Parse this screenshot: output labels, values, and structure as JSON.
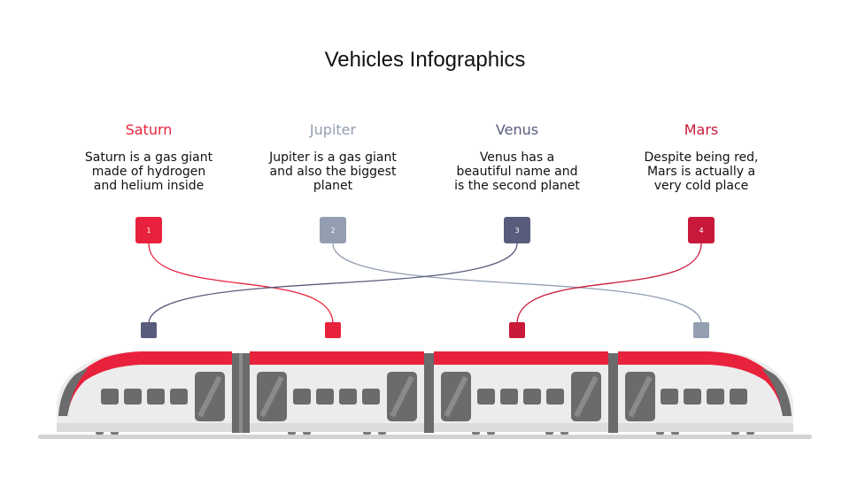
{
  "title": "Vehicles Infographics",
  "colors": {
    "red": "#e8223c",
    "crimson": "#c8193a",
    "slate": "#939fb1",
    "navy": "#5a5c7d"
  },
  "items": [
    {
      "name": "Saturn",
      "desc1": "Saturn is a gas giant",
      "desc2": "made of hydrogen",
      "desc3": "and helium inside",
      "number": "1"
    },
    {
      "name": "Jupiter",
      "desc1": "Jupiter is a gas giant",
      "desc2": "and also the biggest",
      "desc3": "planet",
      "number": "2"
    },
    {
      "name": "Venus",
      "desc1": "Venus has a",
      "desc2": "beautiful name and",
      "desc3": "is the second planet",
      "number": "3"
    },
    {
      "name": "Mars",
      "desc1": "Despite being red,",
      "desc2": "Mars is actually a",
      "desc3": "very cold place",
      "number": "4"
    }
  ]
}
